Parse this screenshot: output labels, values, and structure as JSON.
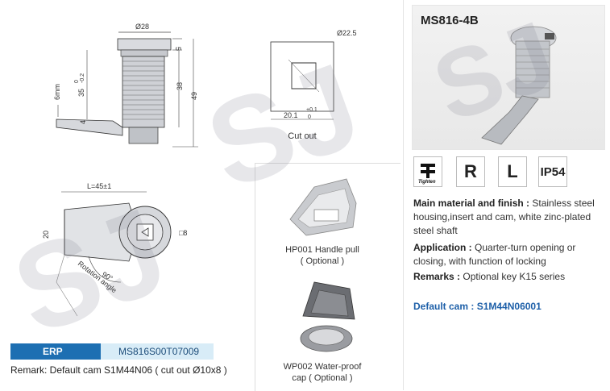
{
  "product": {
    "model": "MS816-4B",
    "feature_icons": [
      "tighten-icon",
      "R",
      "L",
      "IP54"
    ],
    "tighten_caption": "Tighten",
    "main_material_label": "Main material and finish :",
    "main_material_text": "Stainless steel housing,insert and cam, white zinc-plated steel shaft",
    "application_label": "Application :",
    "application_text": "Quarter-turn opening or closing, with function of locking",
    "remarks_label": "Remarks :",
    "remarks_text": "Optional key K15 series",
    "default_cam_label": "Default cam :",
    "default_cam_value": "S1M44N06001"
  },
  "drawing": {
    "dia28": "Ø28",
    "dim5": "5",
    "dim35": "35",
    "tol35_top": "0",
    "tol35_bot": "-0.2",
    "dim38": "38",
    "dim49": "49",
    "dim6mm": "6mm",
    "dim4": "4",
    "L45": "L=45±1",
    "dim20": "20",
    "sq8": "□8",
    "angle90": "90°",
    "rotation_angle": "Rotation angle",
    "cutout_dia": "Ø22.5",
    "cutout_w": "20.1",
    "cutout_tol_top": "+0.1",
    "cutout_tol_bot": "0",
    "cutout_caption": "Cut out"
  },
  "accessories": {
    "hp001_line1": "HP001 Handle pull",
    "hp001_line2": "( Optional )",
    "wp002_line1": "WP002 Water-proof",
    "wp002_line2": "cap ( Optional )"
  },
  "erp": {
    "label": "ERP",
    "value": "MS816S00T07009"
  },
  "remark": "Remark: Default cam S1M44N06 ( cut out Ø10x8 )",
  "watermark": "SJ",
  "colors": {
    "erp_blue": "#1d6fb2",
    "erp_light": "#d8ecf7",
    "link_blue": "#1d5fa8"
  }
}
